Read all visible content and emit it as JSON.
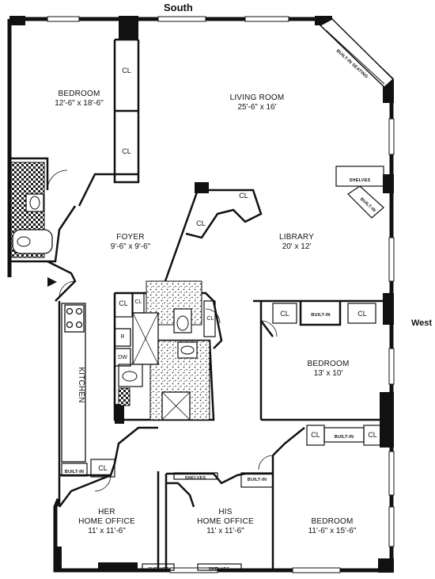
{
  "compass": {
    "top": "South",
    "right": "West"
  },
  "rooms": {
    "bedroom_top_left": {
      "name": "BEDROOM",
      "dims": "12'-6\" x 18'-6\""
    },
    "living_room": {
      "name": "LIVING ROOM",
      "dims": "25'-6\" x 16'"
    },
    "foyer": {
      "name": "FOYER",
      "dims": "9'-6\" x 9'-6\""
    },
    "library": {
      "name": "LIBRARY",
      "dims": "20' x 12'"
    },
    "bedroom_middle_right": {
      "name": "BEDROOM",
      "dims": "13' x 10'"
    },
    "her_office": {
      "name": "HER",
      "name2": "HOME OFFICE",
      "dims": "11' x 11'-6\""
    },
    "his_office": {
      "name": "HIS",
      "name2": "HOME OFFICE",
      "dims": "11' x 11'-6\""
    },
    "bedroom_bottom_right": {
      "name": "BEDROOM",
      "dims": "11'-6\" x 15'-6\""
    },
    "kitchen": {
      "name": "KITCHEN"
    }
  },
  "fixtures": {
    "closet": "CL",
    "built_in": "BUILT-IN",
    "built_in_short": "BUILT-IN",
    "built_in_kitchen": "BUILT-IN",
    "built_in_seating": "BUILT-IN SEATING",
    "shelves": "SHELVES",
    "refrigerator": "R",
    "dishwasher": "DW"
  }
}
